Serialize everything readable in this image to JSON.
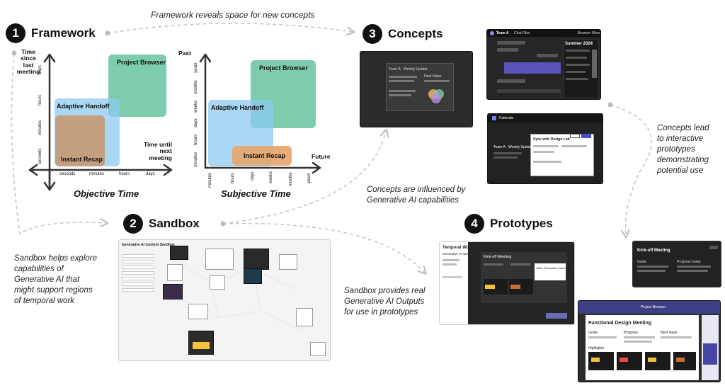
{
  "top_note": "Framework reveals space for new concepts",
  "steps": {
    "s1": {
      "num": "1",
      "title": "Framework"
    },
    "s2": {
      "num": "2",
      "title": "Sandbox"
    },
    "s3": {
      "num": "3",
      "title": "Concepts"
    },
    "s4": {
      "num": "4",
      "title": "Prototypes"
    }
  },
  "chart1": {
    "ylabel": "Time since last meeting",
    "xlabel": "Time until next meeting",
    "caption": "Objective Time",
    "yticks": [
      "days",
      "hours",
      "minutes",
      "seconds"
    ],
    "xticks": [
      "seconds",
      "minutes",
      "hours",
      "days"
    ],
    "regions": {
      "project": "Project Browser",
      "handoff": "Adaptive Handoff",
      "recap": "Instant Recap"
    }
  },
  "chart2": {
    "ylabel": "Past",
    "xlabel": "Future",
    "caption": "Subjective Time",
    "yticks": [
      "years",
      "months",
      "weeks",
      "days",
      "hours",
      "minutes"
    ],
    "xticks": [
      "minutes",
      "hours",
      "days",
      "weeks",
      "months",
      "years"
    ],
    "regions": {
      "project": "Project Browser",
      "handoff": "Adaptive Handoff",
      "recap": "Instant Recap"
    }
  },
  "notes": {
    "concepts_influenced": "Concepts are influenced by Generative AI capabilities",
    "concepts_lead": "Concepts lead to interactive prototypes demonstrating potential use",
    "sandbox_helps": "Sandbox helps explore capabilities of Generative AI that might support regions of temporal work",
    "sandbox_provides": "Sandbox provides real Generative AI Outputs for use in prototypes"
  },
  "concept_shots": {
    "weekly": {
      "title": "Team A · Weekly Update",
      "next": "Next Steps"
    },
    "team": {
      "title": "Team A",
      "tab1": "Chat",
      "tab2": "Files",
      "right1": "Browser",
      "right2": "More",
      "panel": "Summer 2024"
    },
    "calendar": {
      "title": "Calendar",
      "event": "Sync with Design Lab",
      "weekly": "Team A · Weekly Update"
    }
  },
  "sandbox_shot": {
    "title": "Generative AI Content Sandbox"
  },
  "prototype_shots": {
    "temporal": {
      "title": "Temporal Work in Meetings",
      "sub": "Generative AI Interface Concepts",
      "card": "Kick-off Meeting",
      "side": "Office Relocation Planning"
    },
    "kickoff": {
      "title": "Kick-off Meeting",
      "goals": "Goals",
      "progress": "Progress today"
    },
    "browser": {
      "header": "Project Browser",
      "title": "Functional Design Meeting",
      "goals": "Goals",
      "progress": "Progress",
      "next": "Next steps",
      "highlights": "Highlights"
    }
  }
}
